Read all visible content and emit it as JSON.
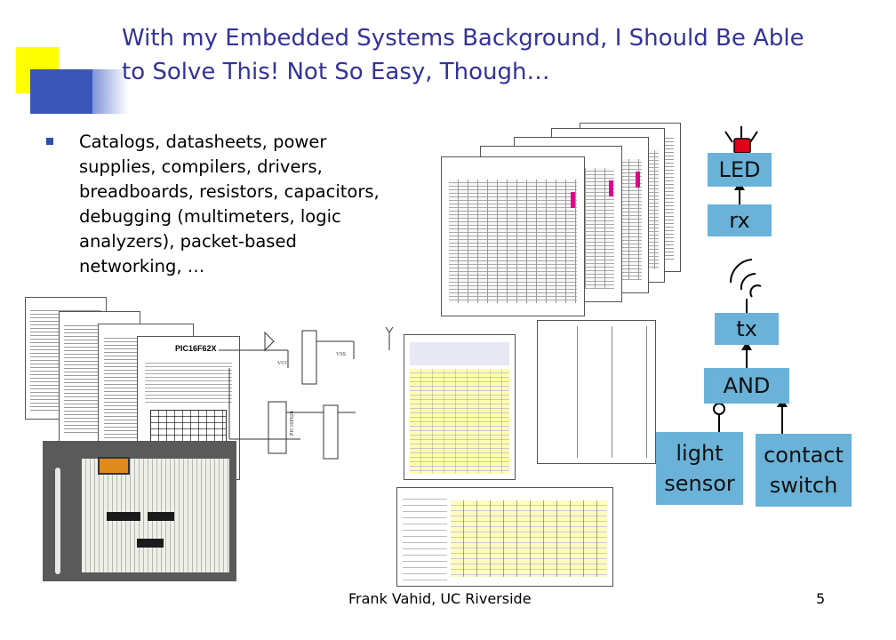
{
  "slide": {
    "title_line1": "With my Embedded Systems Background, I Should Be Able",
    "title_line2": "to Solve This! Not So Easy, Though…",
    "bullet": "Catalogs, datasheets, power supplies, compilers, drivers, breadboards, resistors, capacitors, debugging (multimeters, logic analyzers), packet-based networking, …",
    "footer": "Frank Vahid, UC Riverside",
    "page_number": "5"
  },
  "diagram": {
    "led": "LED",
    "rx": "rx",
    "tx": "tx",
    "and": "AND",
    "light_sensor_line1": "light",
    "light_sensor_line2": "sensor",
    "contact_switch_line1": "contact",
    "contact_switch_line2": "switch"
  },
  "images": {
    "datasheet_top_label": "PIC16F62X"
  },
  "colors": {
    "title": "#333399",
    "block_fill": "#6bb2d8",
    "led_red": "#e0001b",
    "deco_yellow": "#ffff00",
    "deco_blue": "#3a56b8"
  }
}
